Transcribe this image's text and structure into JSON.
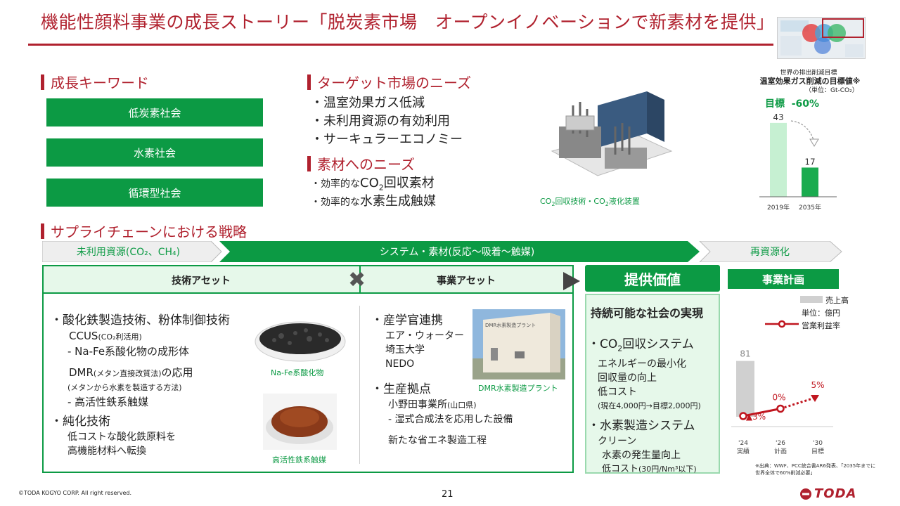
{
  "title": "機能性顔料事業の成長ストーリー「脱炭素市場　オープンイノベーションで新素材を提供」",
  "keywords": {
    "heading": "成長キーワード",
    "items": [
      "低炭素社会",
      "水素社会",
      "循環型社会"
    ]
  },
  "target": {
    "heading": "ターゲット市場のニーズ",
    "items": [
      "・温室効果ガス低減",
      "・未利用資源の有効利用",
      "・サーキュラーエコノミー"
    ]
  },
  "material": {
    "heading": "素材へのニーズ",
    "item1_a": "・効率的な",
    "item1_b": "CO",
    "item1_sub": "2",
    "item1_c": "回収素材",
    "item2_a": "・効率的な",
    "item2_b": "水素生成触媒"
  },
  "photo_caption": {
    "a": "CO",
    "sub1": "2",
    "b": "回収技術・CO",
    "sub2": "2",
    "c": "液化装置"
  },
  "ghg_chart": {
    "label_top": "世界の排出削減目標",
    "label_title": "温室効果ガス削減の目標値※",
    "label_unit": "（単位：Gt-CO₂）",
    "target_label": "目標",
    "target_value": "-60%",
    "colors": {
      "light": "#c6f0d2",
      "dark": "#1aab4f"
    }
  },
  "chart_data": [
    {
      "type": "bar",
      "title": "温室効果ガス削減の目標値※",
      "categories": [
        "2019年",
        "2035年"
      ],
      "values": [
        43,
        17
      ],
      "ylabel": "（単位：Gt-CO₂）"
    },
    {
      "type": "bar+line",
      "categories": [
        "'24\n実績",
        "'26\n計画",
        "'30\n目標"
      ],
      "series": [
        {
          "name": "売上高",
          "type": "bar",
          "values": [
            81,
            null,
            null
          ]
        },
        {
          "name": "営業利益率",
          "type": "line",
          "values": [
            -3,
            0,
            5
          ],
          "labels": [
            "▲3%",
            "0%",
            "5%"
          ]
        }
      ]
    }
  ],
  "supply": {
    "heading": "サプライチェーンにおける戦略",
    "arrow1": "未利用資源(CO₂、CH₄)",
    "arrow2": "システム・素材(反応～吸着～触媒)",
    "arrow3": "再資源化"
  },
  "tech": {
    "header": "技術アセット",
    "l1": "・酸化鉄製造技術、粉体制御技術",
    "l2a": "CCUS",
    "l2b": "(CO₂利活用)",
    "l3": "- Na-Fe系酸化物の成形体",
    "l4a": "DMR",
    "l4b": "(メタン直接改質法)",
    "l4c": "の応用",
    "l5": "(メタンから水素を製造する方法)",
    "l6": "- 高活性鉄系触媒",
    "l7": "・純化技術",
    "l8": "低コストな酸化鉄原料を",
    "l9": "高機能材料へ転換",
    "cap1": "Na-Fe系酸化物",
    "cap2": "高活性鉄系触媒"
  },
  "biz": {
    "header": "事業アセット",
    "l1": "・産学官連携",
    "l2": "エア・ウォーター",
    "l3": "埼玉大学",
    "l4": "NEDO",
    "l5": "・生産拠点",
    "l6a": "小野田事業所",
    "l6b": "(山口県)",
    "l7": "- 湿式合成法を応用した設備",
    "l8": "新たな省エネ製造工程",
    "cap": "DMR水素製造プラント",
    "building_sign": "DMR水素製造プラント"
  },
  "value": {
    "header": "提供価値",
    "sub": "持続可能な社会の実現",
    "s1a": "・CO",
    "s1sub": "2",
    "s1b": "回収システム",
    "s1l1": "エネルギーの最小化",
    "s1l2": "回収量の向上",
    "s1l3": "低コスト",
    "s1l4": "(現在4,000円→目標2,000円)",
    "s2": "・水素製造システム",
    "s2l1": "クリーン",
    "s2l2": "水素の発生量向上",
    "s2l3": "低コスト",
    "s2l4": "(30円/Nm³以下)"
  },
  "plan": {
    "header": "事業計画",
    "legend_sales": "売上高",
    "legend_unit": "単位：億円",
    "legend_margin": "営業利益率",
    "bar_value": "81",
    "pt1": "▲3%",
    "pt2": "0%",
    "pt3": "5%",
    "x1a": "'24",
    "x1b": "実績",
    "x2a": "'26",
    "x2b": "計画",
    "x3a": "'30",
    "x3b": "目標",
    "note1": "※出典：WWF、PCC統合書AR6発表、「2035年までに",
    "note2": "世界全体で60%削減必要」",
    "colors": {
      "bar": "#d0d0d0",
      "line": "#c0161f"
    }
  },
  "footer": {
    "copyright": "©TODA KOGYO CORP. All right reserved.",
    "page": "21",
    "logo": "TODA"
  },
  "colors": {
    "brand_red": "#b0212e",
    "brand_green": "#0c9a44",
    "light_green": "#e6f8ea"
  }
}
